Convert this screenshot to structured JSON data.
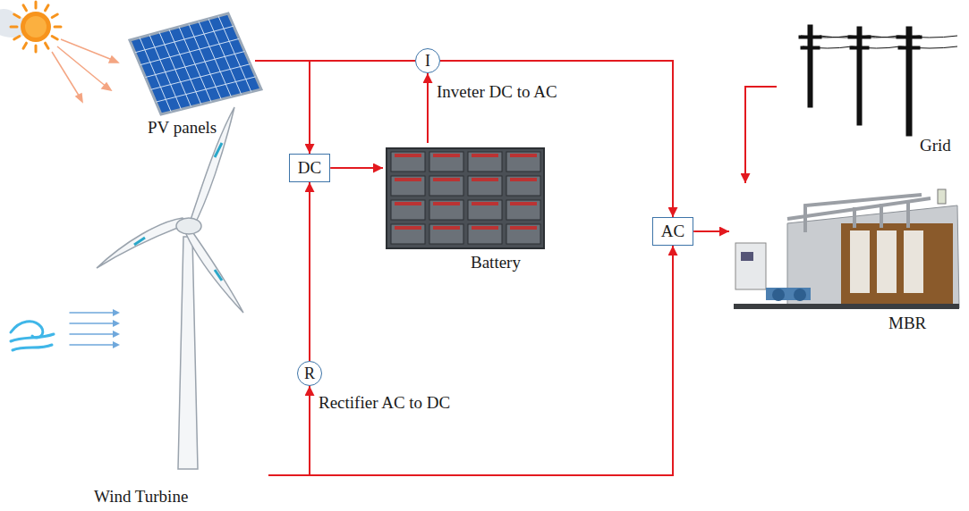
{
  "diagram": {
    "nodes": [
      {
        "text": [
          "PV panels"
        ]
      },
      {
        "text": [
          "I"
        ]
      },
      {
        "text": [
          "Grid"
        ]
      },
      {
        "text": [
          "DC"
        ]
      },
      {
        "text": [
          "Battery"
        ]
      },
      {
        "text": [
          "AC"
        ]
      },
      {
        "text": [
          "MBR"
        ]
      },
      {
        "text": [
          "Wind Turbine"
        ]
      },
      {
        "text": [
          "R"
        ]
      }
    ],
    "edges": [
      {
        "from": 0,
        "to": 1,
        "arrow": "none"
      },
      {
        "from": 0,
        "to": 3,
        "arrow": "to"
      },
      {
        "from": 1,
        "to": 5,
        "arrow": "to"
      },
      {
        "from": 4,
        "to": 1,
        "arrow": "to"
      },
      {
        "from": 3,
        "to": 4,
        "arrow": "to"
      },
      {
        "from": 8,
        "to": 3,
        "arrow": "to"
      },
      {
        "from": 7,
        "to": 8,
        "arrow": "to"
      },
      {
        "from": 7,
        "to": 5,
        "arrow": "to"
      },
      {
        "from": 5,
        "to": 6,
        "arrow": "to"
      },
      {
        "from": 2,
        "to": 6,
        "arrow": "to"
      }
    ],
    "labels": [
      "Inveter DC to AC",
      "Rectifier AC to DC"
    ]
  }
}
